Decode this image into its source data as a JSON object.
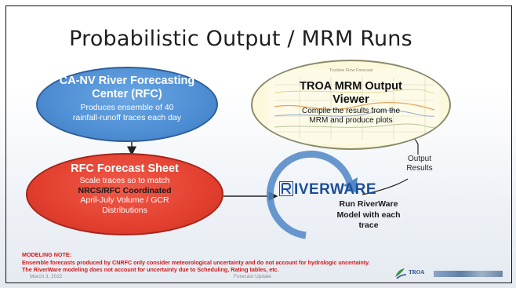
{
  "slide": {
    "title": "Probabilistic Output / MRM Runs",
    "rfc": {
      "heading": "CA-NV River Forecasting Center (RFC)",
      "description": "Produces ensemble of 40 rainfall-runoff traces each day"
    },
    "forecast_sheet": {
      "heading": "RFC Forecast Sheet",
      "line1": "Scale traces so to match",
      "line2": "NRCS/RFC Coordinated",
      "line3": "April-July Volume / GCR",
      "line4": "Distributions"
    },
    "viewer": {
      "chart_caption": "Truckee Flow Forecast",
      "heading1": "TROA MRM Output",
      "heading2": "Viewer",
      "description": "Compile the results from the MRM and produce plots"
    },
    "riverware": {
      "logo_text": "IVERWARE",
      "run_line1": "Run RiverWare",
      "run_line2": "Model with each",
      "run_line3": "trace"
    },
    "output": {
      "line1": "Output",
      "line2": "Results"
    },
    "note": {
      "label": "MODELING NOTE:",
      "line1": "Ensemble forecasts produced by CNRFC only consider meteorological uncertainty and do not account for hydrologic uncertainty.",
      "line2": "The RiverWare modeling does not account for uncertainty due to Scheduling, Rating tables, etc."
    },
    "footer": {
      "date": "March 3, 2022",
      "center": "Forecast Update",
      "logo": "TROA"
    },
    "colors": {
      "rfc_fill": "#4e8ed4",
      "forecast_fill": "#e3402f",
      "viewer_fill": "#fbf8dc",
      "cycle_arrow": "#4f86c6",
      "note_text": "#d01818"
    }
  }
}
